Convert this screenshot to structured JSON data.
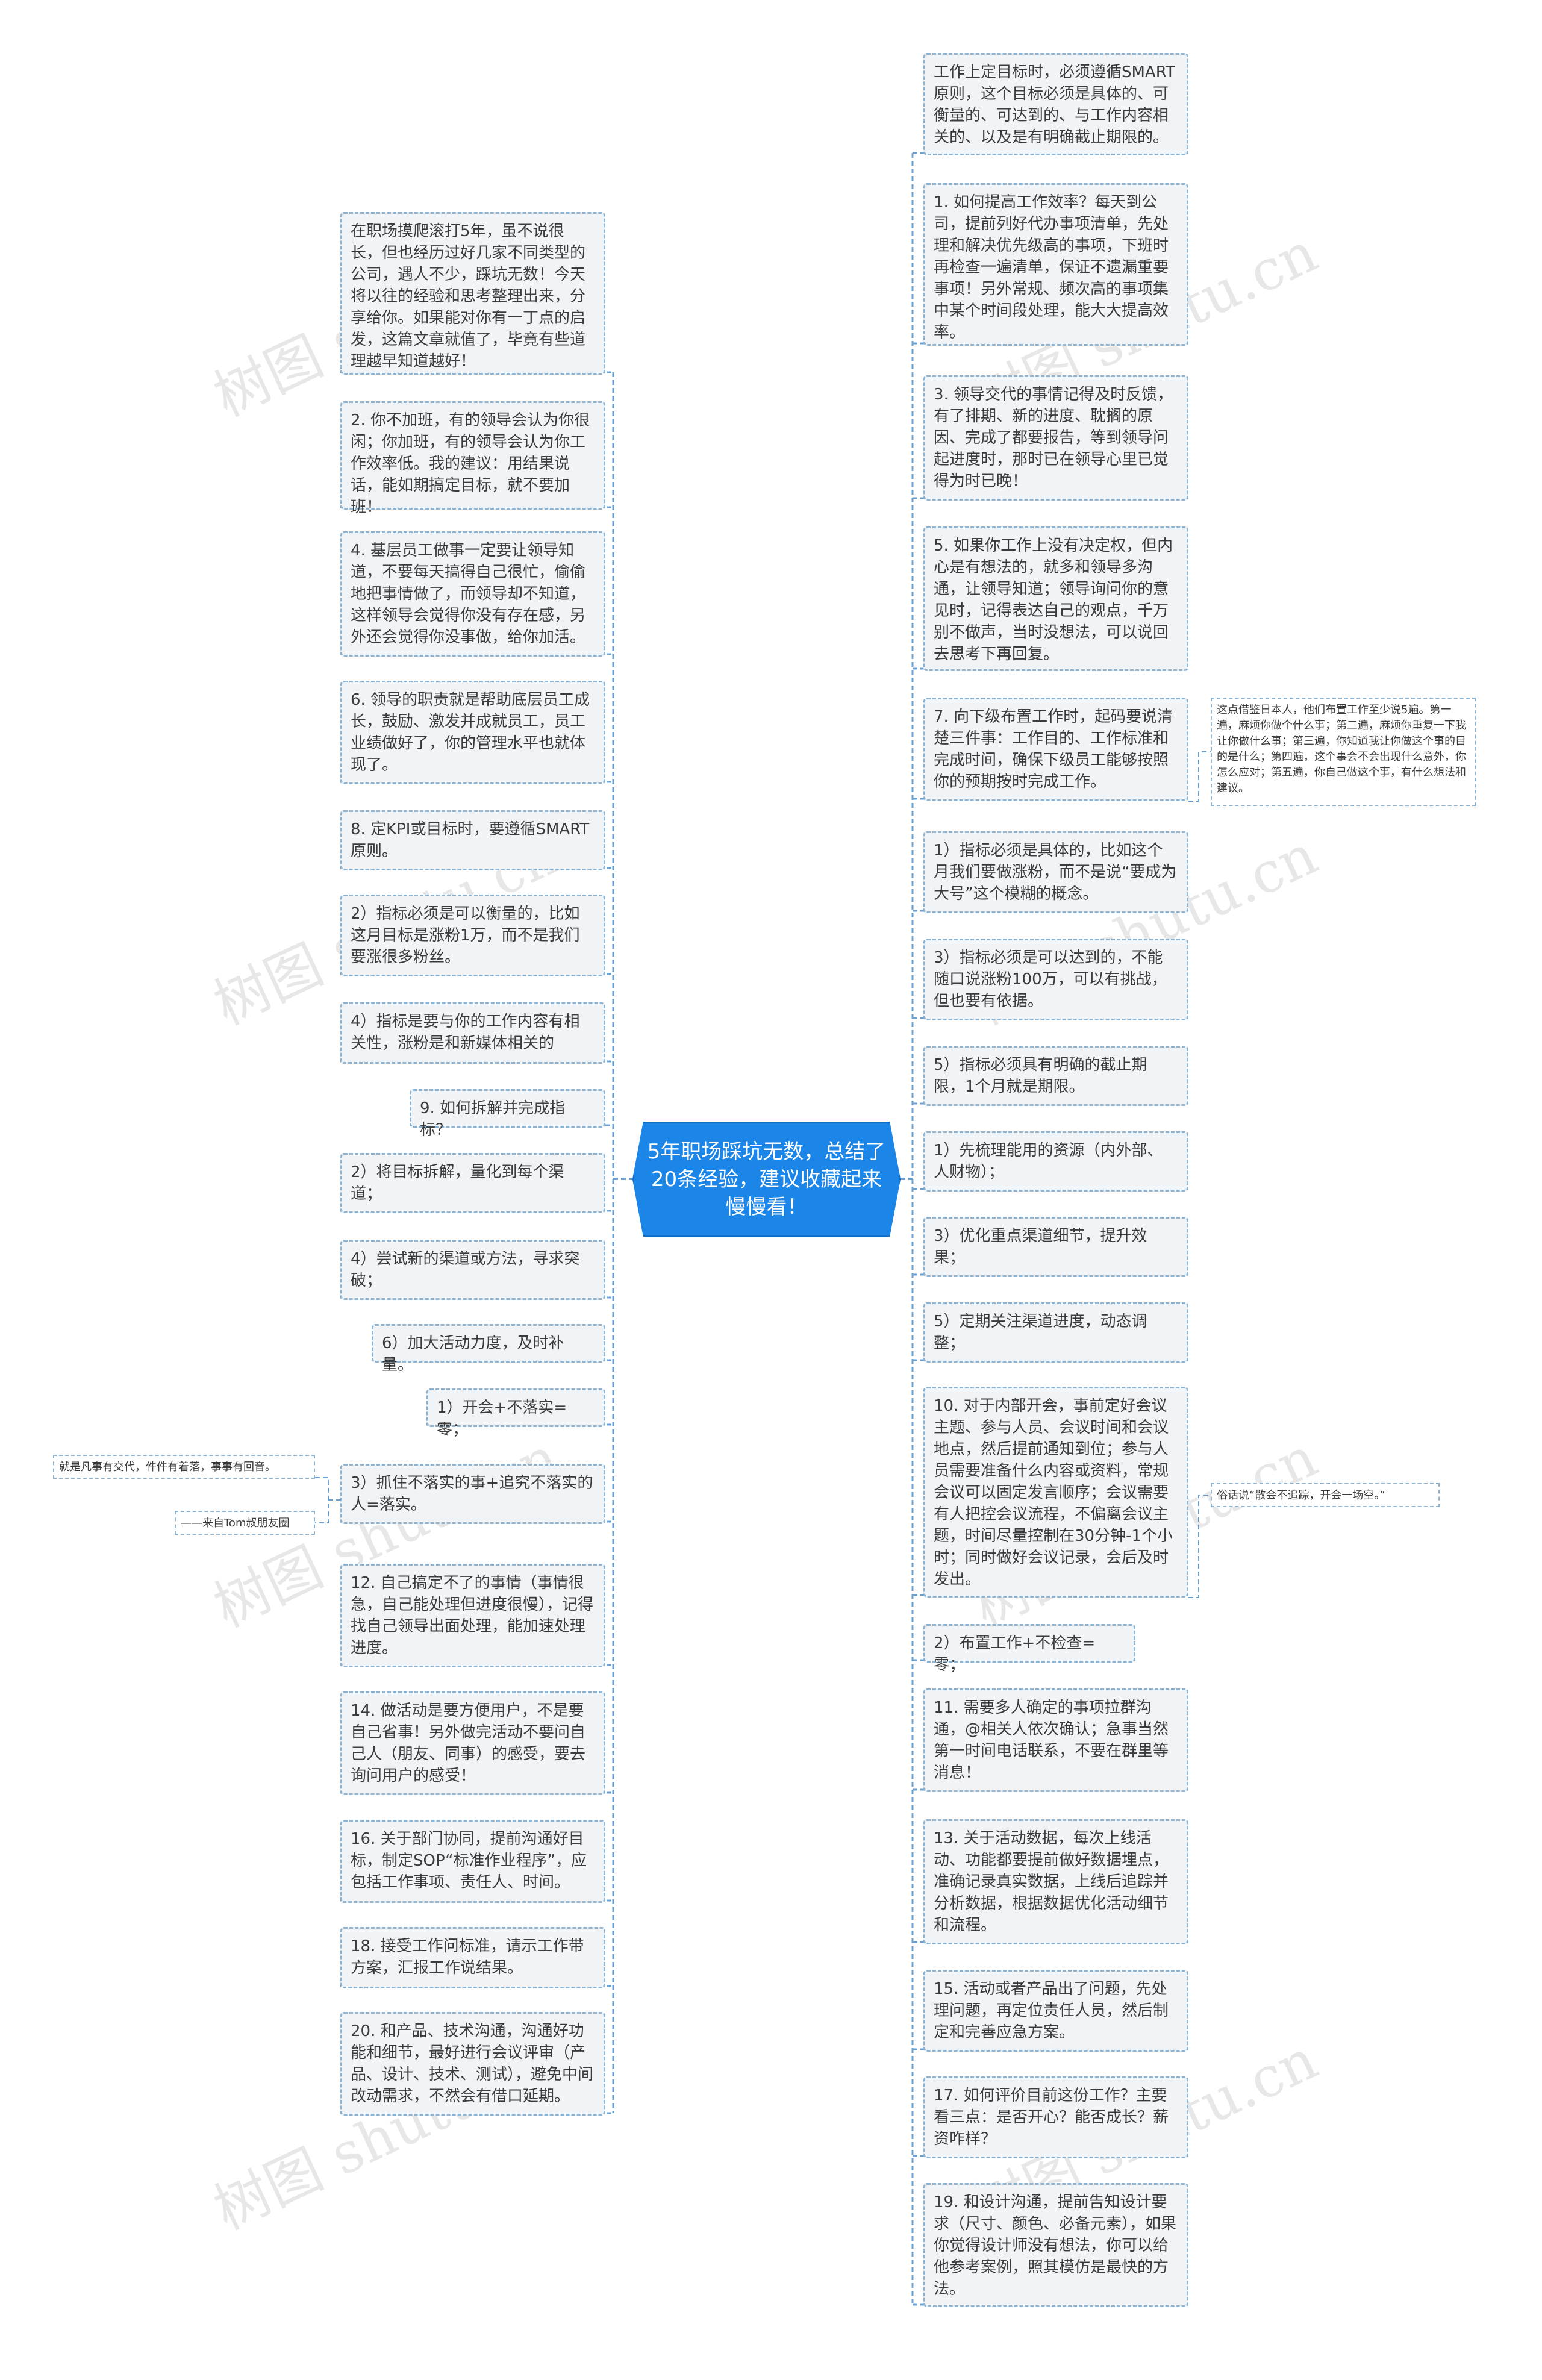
{
  "root": {
    "title": "5年职场踩坑无数，总结了20条经验，建议收藏起来慢慢看！"
  },
  "watermark": "树图 shutu.cn",
  "colors": {
    "root": "#1b86e8",
    "node_border": "#8fb2cf",
    "node_fill": "#f1f4f7",
    "line": "#6b9fd0"
  },
  "left": [
    "在职场摸爬滚打5年，虽不说很长，但也经历过好几家不同类型的公司，遇人不少，踩坑无数！今天将以往的经验和思考整理出来，分享给你。如果能对你有一丁点的启发，这篇文章就值了，毕竟有些道理越早知道越好！",
    "2. 你不加班，有的领导会认为你很闲；你加班，有的领导会认为你工作效率低。我的建议：用结果说话，能如期搞定目标，就不要加班！",
    "4. 基层员工做事一定要让领导知道，不要每天搞得自己很忙，偷偷地把事情做了，而领导却不知道，这样领导会觉得你没有存在感，另外还会觉得你没事做，给你加活。",
    "6. 领导的职责就是帮助底层员工成长，鼓励、激发并成就员工，员工业绩做好了，你的管理水平也就体现了。",
    "8. 定KPI或目标时，要遵循SMART原则。",
    "2）指标必须是可以衡量的，比如这月目标是涨粉1万，而不是我们要涨很多粉丝。",
    "4）指标是要与你的工作内容有相关性，涨粉是和新媒体相关的",
    "9. 如何拆解并完成指标？",
    "2）将目标拆解，量化到每个渠道；",
    "4）尝试新的渠道或方法，寻求突破；",
    "6）加大活动力度，及时补量。",
    "1）开会+不落实=零；",
    "3）抓住不落实的事+追究不落实的人=落实。",
    "12. 自己搞定不了的事情（事情很急，自己能处理但进度很慢），记得找自己领导出面处理，能加速处理进度。",
    "14. 做活动是要方便用户，不是要自己省事！另外做完活动不要问自己人（朋友、同事）的感受，要去询问用户的感受！",
    "16. 关于部门协同，提前沟通好目标，制定SOP“标准作业程序”，应包括工作事项、责任人、时间。",
    "18. 接受工作问标准，请示工作带方案，汇报工作说结果。",
    "20. 和产品、技术沟通，沟通好功能和细节，最好进行会议评审（产品、设计、技术、测试），避免中间改动需求，不然会有借口延期。"
  ],
  "right": [
    "工作上定目标时，必须遵循SMART原则，这个目标必须是具体的、可衡量的、可达到的、与工作内容相关的、以及是有明确截止期限的。",
    "1. 如何提高工作效率？每天到公司，提前列好代办事项清单，先处理和解决优先级高的事项，下班时再检查一遍清单，保证不遗漏重要事项！另外常规、频次高的事项集中某个时间段处理，能大大提高效率。",
    "3. 领导交代的事情记得及时反馈，有了排期、新的进度、耽搁的原因、完成了都要报告，等到领导问起进度时，那时已在领导心里已觉得为时已晚！",
    "5. 如果你工作上没有决定权，但内心是有想法的，就多和领导多沟通，让领导知道；领导询问你的意见时，记得表达自己的观点，千万别不做声，当时没想法，可以说回去思考下再回复。",
    "7. 向下级布置工作时，起码要说清楚三件事：工作目的、工作标准和完成时间，确保下级员工能够按照你的预期按时完成工作。",
    "1）指标必须是具体的，比如这个月我们要做涨粉，而不是说“要成为大号”这个模糊的概念。",
    "3）指标必须是可以达到的，不能随口说涨粉100万，可以有挑战，但也要有依据。",
    "5）指标必须具有明确的截止期限，1个月就是期限。",
    "1）先梳理能用的资源（内外部、人财物）；",
    "3）优化重点渠道细节，提升效果；",
    "5）定期关注渠道进度，动态调整；",
    "10. 对于内部开会，事前定好会议主题、参与人员、会议时间和会议地点，然后提前通知到位；参与人员需要准备什么内容或资料，常规会议可以固定发言顺序；会议需要有人把控会议流程，不偏离会议主题，时间尽量控制在30分钟-1个小时；同时做好会议记录，会后及时发出。",
    "2）布置工作+不检查=零；",
    "11. 需要多人确定的事项拉群沟通，@相关人依次确认；急事当然第一时间电话联系，不要在群里等消息！",
    "13. 关于活动数据，每次上线活动、功能都要提前做好数据埋点，准确记录真实数据，上线后追踪并分析数据，根据数据优化活动细节和流程。",
    "15. 活动或者产品出了问题，先处理问题，再定位责任人员，然后制定和完善应急方案。",
    "17. 如何评价目前这份工作？主要看三点：是否开心？能否成长？薪资咋样？",
    "19. 和设计沟通，提前告知设计要求（尺寸、颜色、必备元素），如果你觉得设计师没有想法，你可以给他参考案例，照其模仿是最快的方法。"
  ],
  "notes": {
    "tom": "就是凡事有交代，件件有着落，事事有回音。",
    "tom_source": "——来自Tom叔朋友圈",
    "japan": "这点借鉴日本人，他们布置工作至少说5遍。第一遍，麻烦你做个什么事；第二遍，麻烦你重复一下我让你做什么事；第三遍，你知道我让你做这个事的目的是什么；第四遍，这个事会不会出现什么意外，你怎么应对；第五遍，你自己做这个事，有什么想法和建议。",
    "meeting": "俗话说“散会不追踪，开会一场空。”"
  }
}
